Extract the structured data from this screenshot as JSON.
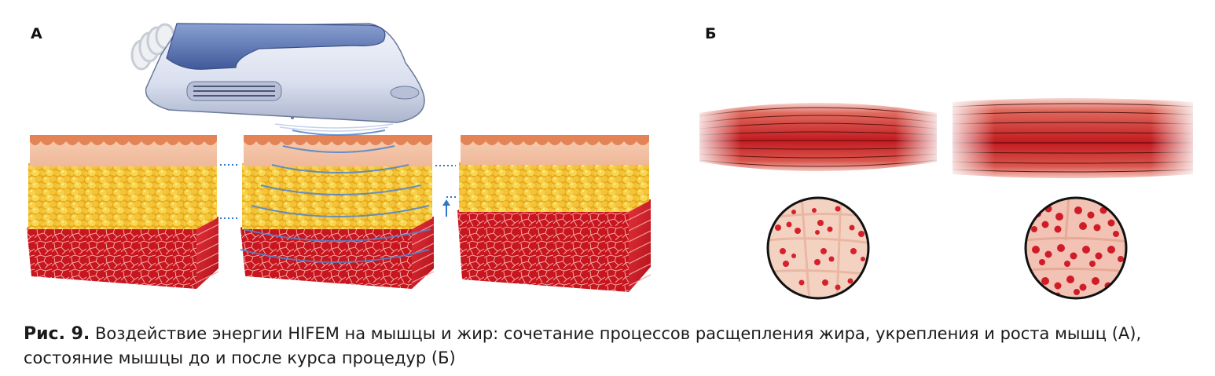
{
  "panels": {
    "a_label": "А",
    "b_label": "Б"
  },
  "caption": {
    "figure_number": "Рис. 9.",
    "text": " Воздействие энергии HIFEM на мышцы и жир: сочетание процессов расщепления жира, укрепления и роста мышц (А), состояние мышцы до и после курса процедур (Б)"
  },
  "colors": {
    "skin": "#f2c2a4",
    "epidermis": "#e0845a",
    "fat": "#f0c030",
    "muscle": "#cf1f2a",
    "wave": "#5b8fd0",
    "device_body": "#dfe6f2",
    "device_top": "#5a77b8"
  },
  "icons": {
    "applicator": "hifem-applicator-device",
    "arrow": "arrow-up-icon"
  }
}
